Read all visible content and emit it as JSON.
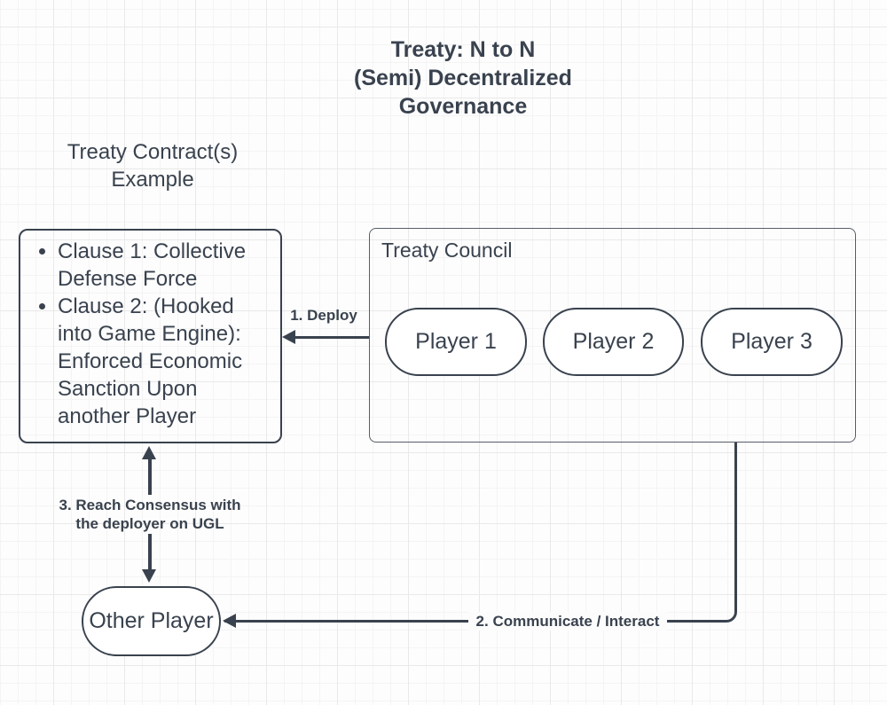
{
  "header": {
    "lines": [
      "Treaty: N to N",
      "(Semi) Decentralized",
      "Governance"
    ]
  },
  "contract_example": {
    "lines": [
      "Treaty Contract(s)",
      "Example"
    ]
  },
  "clause_box": {
    "items": [
      "Clause 1: Collective Defense Force",
      "Clause 2: (Hooked into Game Engine): Enforced Economic Sanction Upon another Player"
    ]
  },
  "council": {
    "label": "Treaty Council",
    "players": [
      "Player 1",
      "Player 2",
      "Player 3"
    ]
  },
  "other_player": {
    "label": "Other Player"
  },
  "edges": {
    "deploy": "1. Deploy",
    "communicate": "2. Communicate / Interact",
    "consensus_lines": [
      "3. Reach Consensus with",
      "the deployer on UGL"
    ]
  },
  "colors": {
    "stroke": "#39424e",
    "shape_fill": "#ffffff",
    "canvas": "#fdfdfd"
  }
}
